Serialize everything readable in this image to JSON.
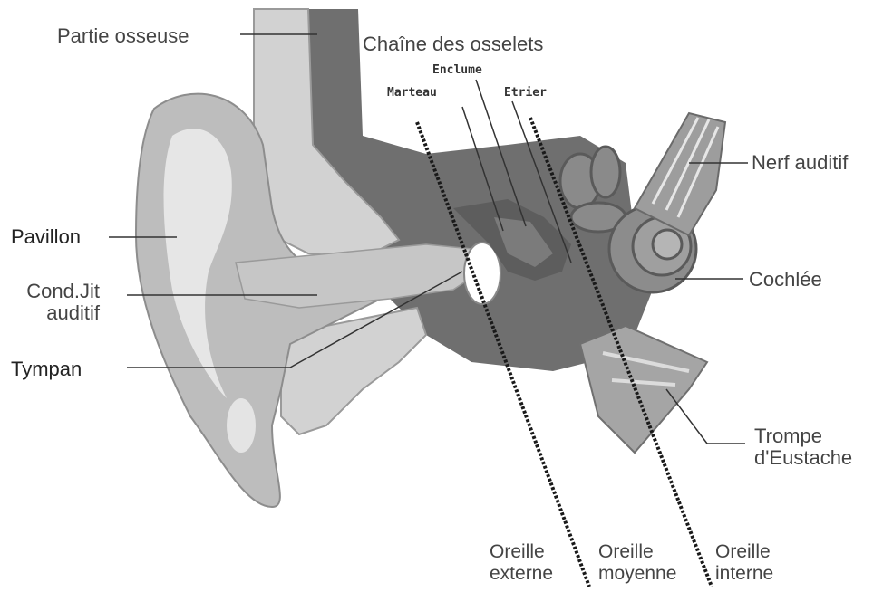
{
  "labels": {
    "partie_osseuse": "Partie osseuse",
    "chaine_osselets": "Chaîne des osselets",
    "enclume": "Enclume",
    "marteau": "Marteau",
    "etrier": "Etrier",
    "nerf_auditif": "Nerf auditif",
    "pavillon": "Pavillon",
    "cond_line1": "Cond.Jit",
    "cond_line2": "auditif",
    "cochlee": "Cochlée",
    "tympan": "Tympan",
    "trompe_line1": "Trompe",
    "trompe_line2": "d'Eustache",
    "oreille_externe_1": "Oreille",
    "oreille_externe_2": "externe",
    "oreille_moyenne_1": "Oreille",
    "oreille_moyenne_2": "moyenne",
    "oreille_interne_1": "Oreille",
    "oreille_interne_2": "interne"
  },
  "colors": {
    "background": "#ffffff",
    "bone": "#d4d4d4",
    "skin": "#b9b9b9",
    "dark_tissue": "#6e6e6e",
    "leader": "#333333"
  }
}
